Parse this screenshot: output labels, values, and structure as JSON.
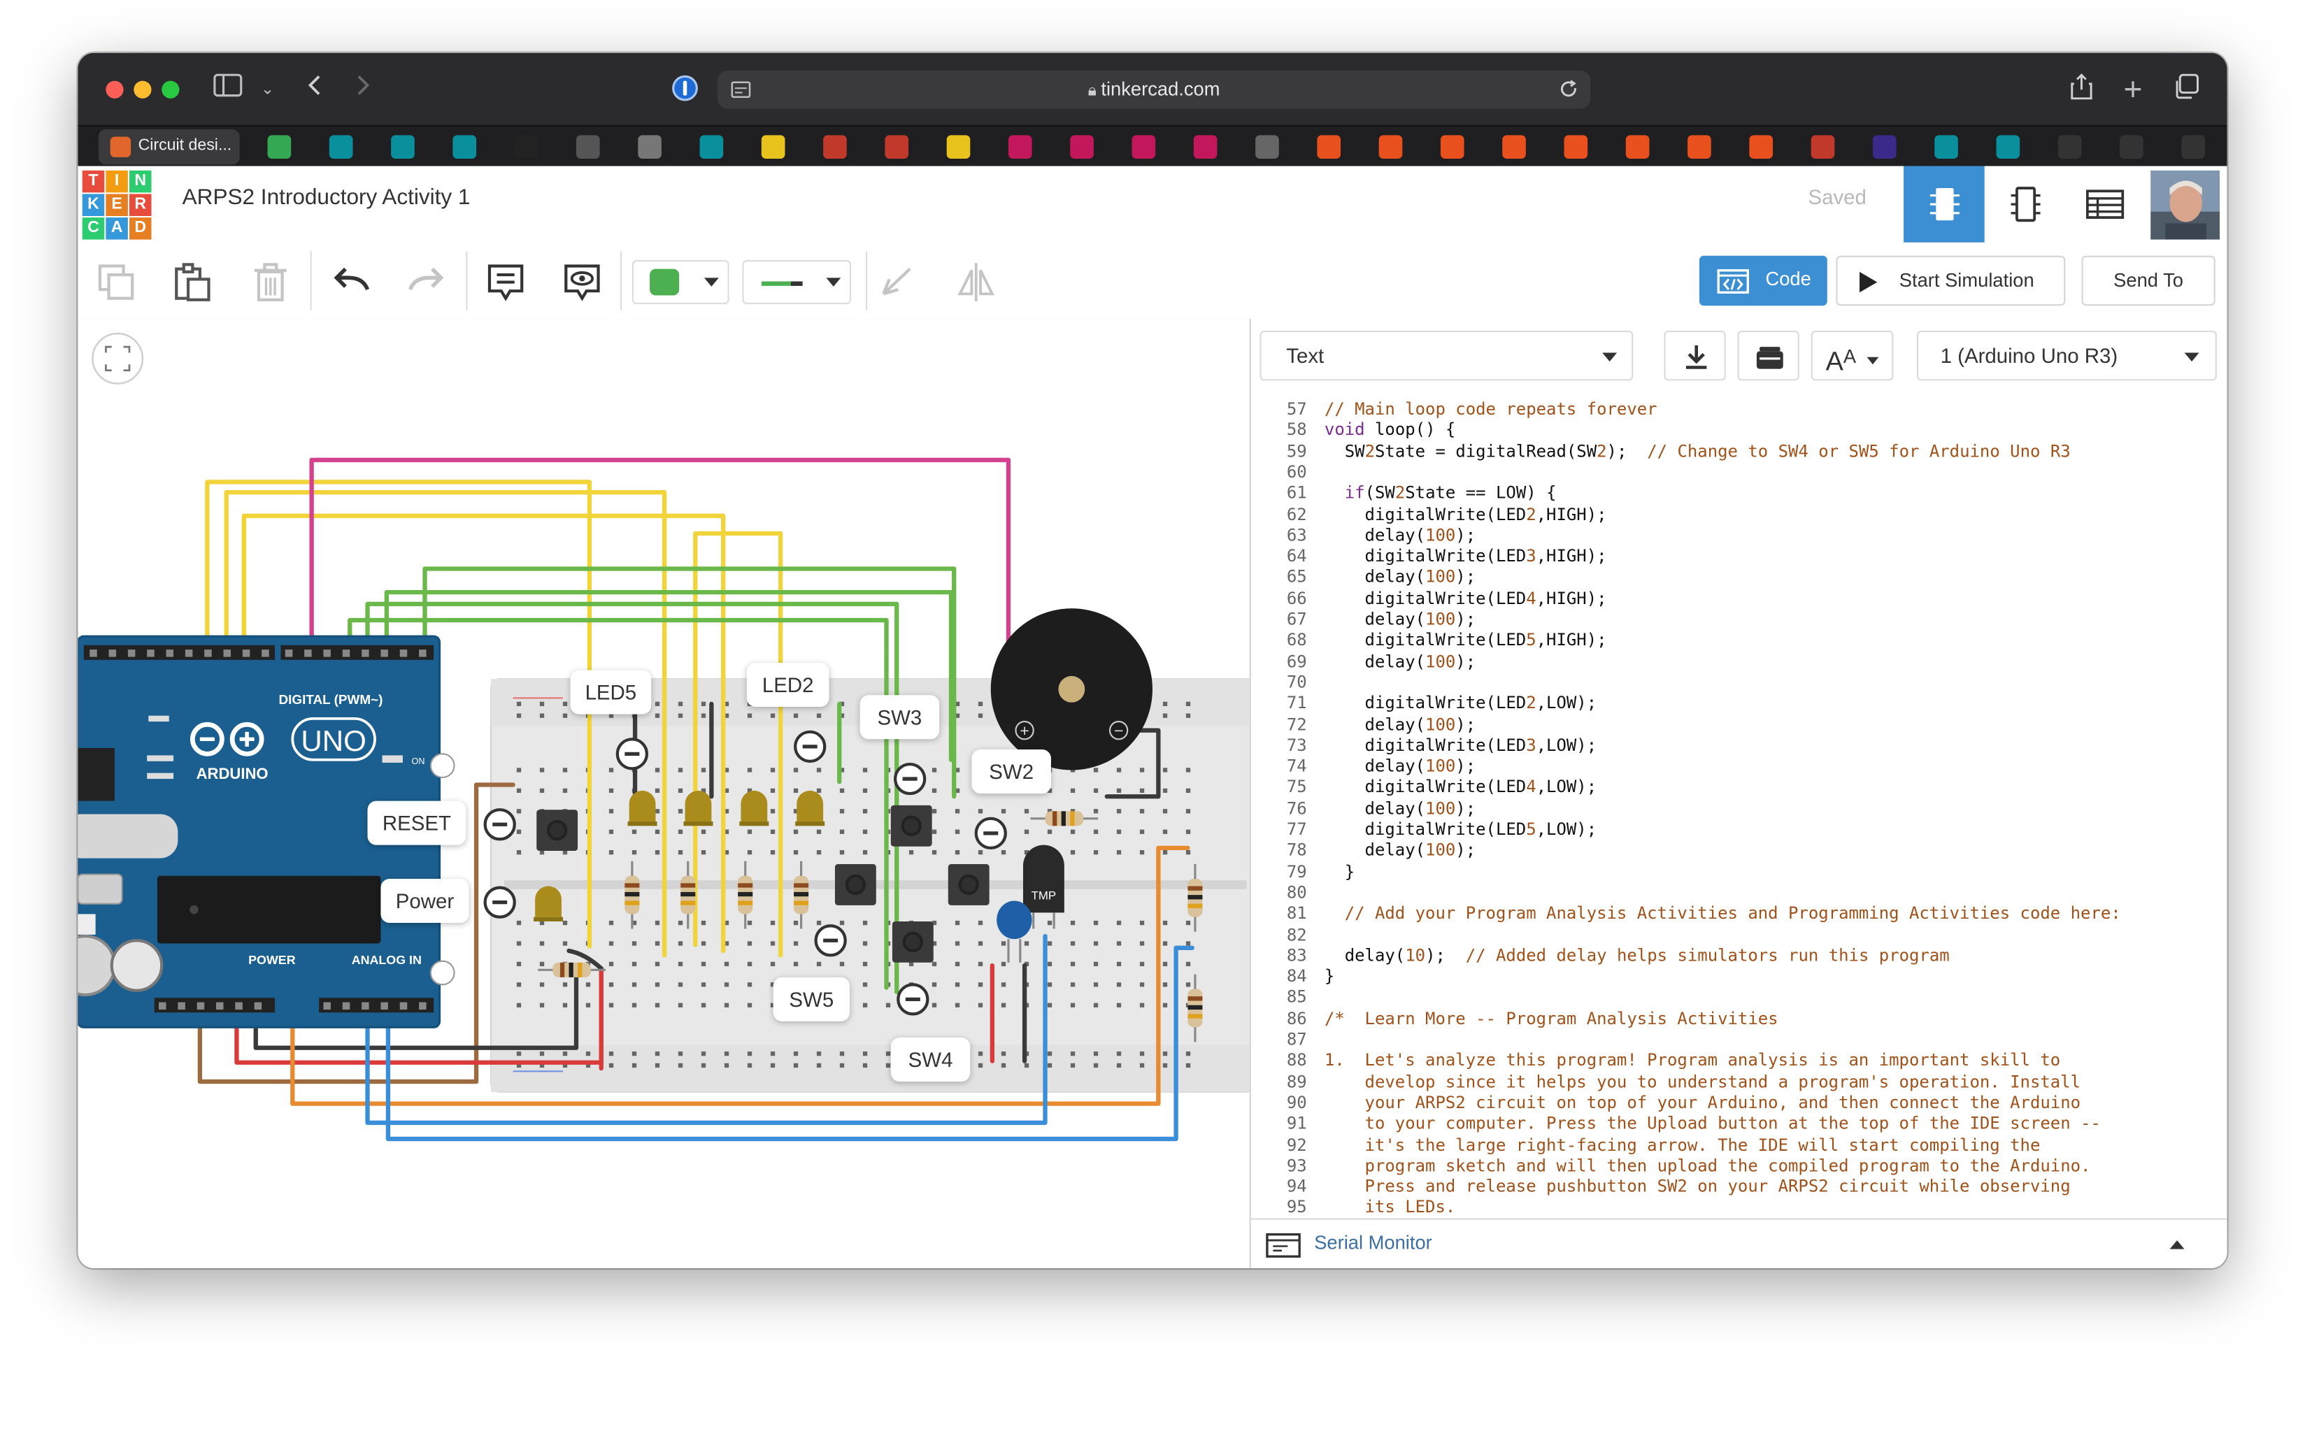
{
  "browser": {
    "url": "tinkercad.com",
    "active_tab_label": "Circuit desi..."
  },
  "app": {
    "logo_letters": [
      "T",
      "I",
      "N",
      "K",
      "E",
      "R",
      "C",
      "A",
      "D"
    ],
    "title": "ARPS2 Introductory Activity 1",
    "save_status": "Saved"
  },
  "toolbar": {
    "code_label": "Code",
    "start_sim_label": "Start Simulation",
    "send_to_label": "Send To",
    "color_value": "#4caf50"
  },
  "canvas": {
    "arduino_brand": "ARDUINO",
    "arduino_model": "UNO",
    "digital_header_label": "DIGITAL (PWM~)",
    "power_header_label": "POWER",
    "analog_header_label": "ANALOG IN",
    "on_label": "ON",
    "buzzer_plus": "+",
    "buzzer_minus": "−",
    "sensor_label": "TMP",
    "callouts": {
      "led5": "LED5",
      "led2": "LED2",
      "sw3": "SW3",
      "sw2": "SW2",
      "sw5": "SW5",
      "sw4": "SW4",
      "reset": "RESET",
      "power": "Power"
    }
  },
  "code_panel": {
    "mode": "Text",
    "device": "1 (Arduino Uno R3)",
    "serial_monitor_label": "Serial Monitor",
    "lines": [
      {
        "n": "57",
        "text": "// Main loop code repeats forever",
        "kind": "comment"
      },
      {
        "n": "58",
        "text": "void loop() {",
        "kind": "code"
      },
      {
        "n": "59",
        "text": "  SW2State = digitalRead(SW2);  // Change to SW4 or SW5 for Arduino Uno R3",
        "kind": "code"
      },
      {
        "n": "60",
        "text": "",
        "kind": "code"
      },
      {
        "n": "61",
        "text": "  if(SW2State == LOW) {",
        "kind": "code"
      },
      {
        "n": "62",
        "text": "    digitalWrite(LED2,HIGH);",
        "kind": "code"
      },
      {
        "n": "63",
        "text": "    delay(100);",
        "kind": "code"
      },
      {
        "n": "64",
        "text": "    digitalWrite(LED3,HIGH);",
        "kind": "code"
      },
      {
        "n": "65",
        "text": "    delay(100);",
        "kind": "code"
      },
      {
        "n": "66",
        "text": "    digitalWrite(LED4,HIGH);",
        "kind": "code"
      },
      {
        "n": "67",
        "text": "    delay(100);",
        "kind": "code"
      },
      {
        "n": "68",
        "text": "    digitalWrite(LED5,HIGH);",
        "kind": "code"
      },
      {
        "n": "69",
        "text": "    delay(100);",
        "kind": "code"
      },
      {
        "n": "70",
        "text": "",
        "kind": "code"
      },
      {
        "n": "71",
        "text": "    digitalWrite(LED2,LOW);",
        "kind": "code"
      },
      {
        "n": "72",
        "text": "    delay(100);",
        "kind": "code"
      },
      {
        "n": "73",
        "text": "    digitalWrite(LED3,LOW);",
        "kind": "code"
      },
      {
        "n": "74",
        "text": "    delay(100);",
        "kind": "code"
      },
      {
        "n": "75",
        "text": "    digitalWrite(LED4,LOW);",
        "kind": "code"
      },
      {
        "n": "76",
        "text": "    delay(100);",
        "kind": "code"
      },
      {
        "n": "77",
        "text": "    digitalWrite(LED5,LOW);",
        "kind": "code"
      },
      {
        "n": "78",
        "text": "    delay(100);",
        "kind": "code"
      },
      {
        "n": "79",
        "text": "  }",
        "kind": "code"
      },
      {
        "n": "80",
        "text": "",
        "kind": "code"
      },
      {
        "n": "81",
        "text": "  // Add your Program Analysis Activities and Programming Activities code here:",
        "kind": "comment"
      },
      {
        "n": "82",
        "text": "",
        "kind": "code"
      },
      {
        "n": "83",
        "text": "  delay(10);  // Added delay helps simulators run this program",
        "kind": "code"
      },
      {
        "n": "84",
        "text": "}",
        "kind": "code"
      },
      {
        "n": "85",
        "text": "",
        "kind": "code"
      },
      {
        "n": "86",
        "text": "/*  Learn More -- Program Analysis Activities",
        "kind": "comment"
      },
      {
        "n": "87",
        "text": "",
        "kind": "comment"
      },
      {
        "n": "88",
        "text": "1.  Let's analyze this program! Program analysis is an important skill to",
        "kind": "comment"
      },
      {
        "n": "89",
        "text": "    develop since it helps you to understand a program's operation. Install",
        "kind": "comment"
      },
      {
        "n": "90",
        "text": "    your ARPS2 circuit on top of your Arduino, and then connect the Arduino",
        "kind": "comment"
      },
      {
        "n": "91",
        "text": "    to your computer. Press the Upload button at the top of the IDE screen --",
        "kind": "comment"
      },
      {
        "n": "92",
        "text": "    it's the large right-facing arrow. The IDE will start compiling the",
        "kind": "comment"
      },
      {
        "n": "93",
        "text": "    program sketch and will then upload the compiled program to the Arduino.",
        "kind": "comment"
      },
      {
        "n": "94",
        "text": "    Press and release pushbutton SW2 on your ARPS2 circuit while observing",
        "kind": "comment"
      },
      {
        "n": "95",
        "text": "    its LEDs.",
        "kind": "comment"
      }
    ]
  }
}
